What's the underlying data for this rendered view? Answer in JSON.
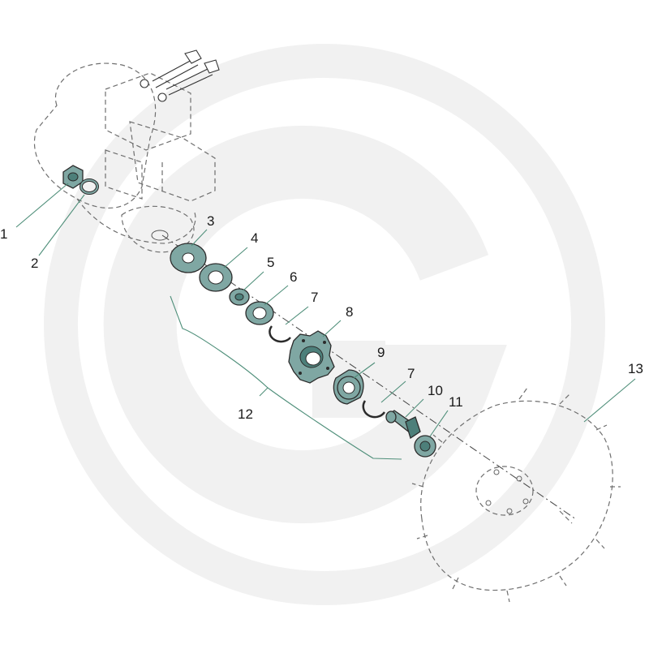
{
  "diagram": {
    "callouts": {
      "c1": "1",
      "c2": "2",
      "c3": "3",
      "c4": "4",
      "c5": "5",
      "c6": "6",
      "c7a": "7",
      "c8": "8",
      "c9": "9",
      "c7b": "7",
      "c10": "10",
      "c11": "11",
      "c12": "12",
      "c13": "13"
    },
    "colors": {
      "part_fill": "#7fa7a3",
      "part_fill_dark": "#4d7f7a",
      "watermark": "#f1f1f1",
      "leader": "#4f8f7a"
    }
  }
}
